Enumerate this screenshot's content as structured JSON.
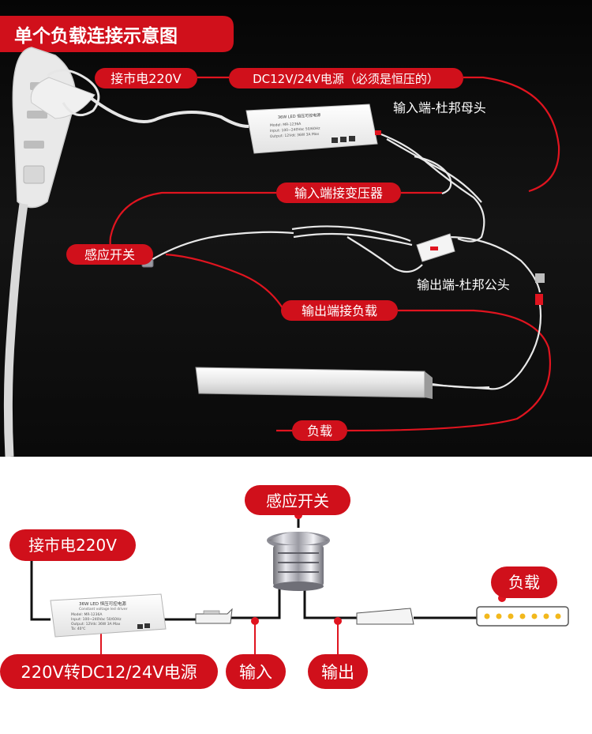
{
  "title": "单个负载连接示意图",
  "photo_labels": {
    "mains": "接市电220V",
    "power_supply": "DC12V/24V电源（必须是恒压的）",
    "input_female": "输入端-杜邦母头",
    "input_to_transformer": "输入端接变压器",
    "sensor_switch": "感应开关",
    "output_male": "输出端-杜邦公头",
    "output_to_load": "输出端接负载",
    "load": "负载"
  },
  "diagram_labels": {
    "sensor_switch": "感应开关",
    "mains": "接市电220V",
    "load": "负载",
    "converter": "220V转DC12/24V电源",
    "input": "输入",
    "output": "输出"
  },
  "driver_label": {
    "heading": "36W LED 恒压可控电源",
    "subheading": "Constant voltage led driver",
    "model": "Model: MR-1236A",
    "input": "Input: 100~240Vac 50/60Hz",
    "output": "Output: 12Vdc 36W 3A Max",
    "ta": "Ta: 40℃"
  },
  "colors": {
    "accent_red": "#d0101b",
    "photo_bg": "#0b0b0b",
    "wire_red": "#e0141f"
  }
}
